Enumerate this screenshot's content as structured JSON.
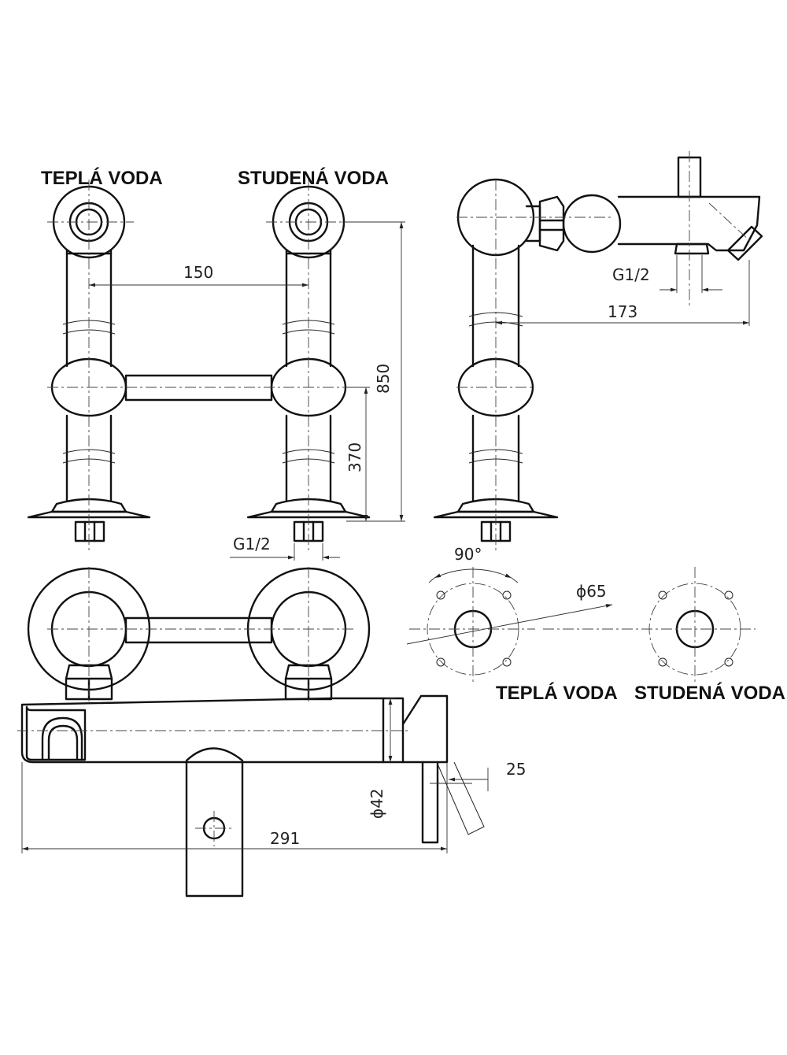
{
  "labels": {
    "hot_water": "TEPLÁ VODA",
    "cold_water": "STUDENÁ VODA"
  },
  "dimensions": {
    "spacing": "150",
    "height_total": "850",
    "height_mid": "370",
    "thread_front": "G1/2",
    "thread_side": "G1/2",
    "reach": "173",
    "angle": "90°",
    "flange_dia": "ϕ65",
    "body_dia": "ϕ42",
    "body_length": "291",
    "lever_offset": "25"
  }
}
